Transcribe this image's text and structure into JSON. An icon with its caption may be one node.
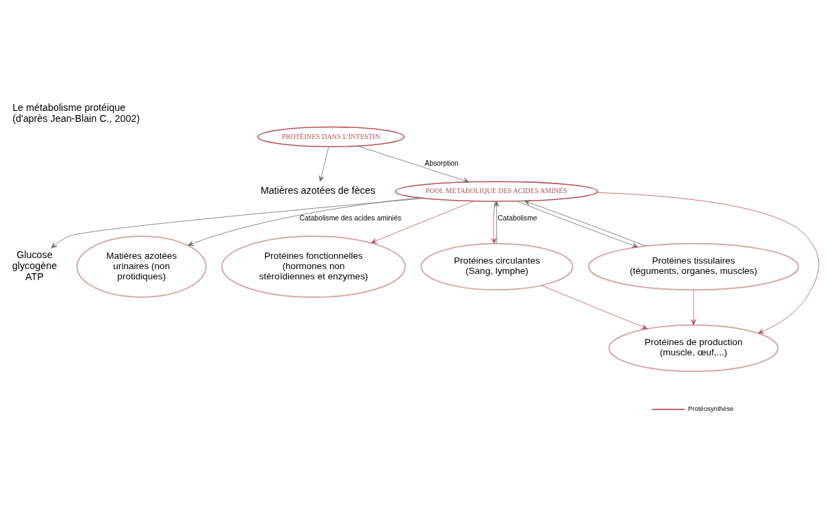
{
  "diagram": {
    "title": "Le métabolisme protéique",
    "caption": "(d'après Jean-Blain C., 2002)",
    "nodes": [
      {
        "text": [
          "PROTÉINES DANS L'INTESTIN"
        ]
      },
      {
        "text": [
          "Matières azotées de fèces"
        ]
      },
      {
        "text": [
          "POOL METABOLIQUE DES ACIDES AMINÉS"
        ]
      },
      {
        "text": [
          "Glucose glycogène ATP"
        ]
      },
      {
        "text": [
          "Matières azotées urinaires (non protidiques)"
        ]
      },
      {
        "text": [
          "Protéines fonctionnelles (hormones non stéroïdiennes et enzymes)"
        ]
      },
      {
        "text": [
          "Protéines circulantes (Sang, lymphe)"
        ]
      },
      {
        "text": [
          "Protéines tissulaires (téguments, organes, muscles)"
        ]
      },
      {
        "text": [
          "Protéines de production (muscle, œuf,...)"
        ]
      }
    ],
    "edges": [
      {
        "from": 0,
        "to": 2,
        "arrow": "to",
        "label": "Absorption"
      },
      {
        "from": 0,
        "to": 1,
        "arrow": "to"
      },
      {
        "from": 2,
        "to": 3,
        "arrow": "to"
      },
      {
        "from": 2,
        "to": 4,
        "arrow": "to",
        "label": "Catabolisme des acides aminiés"
      },
      {
        "from": 2,
        "to": 5,
        "arrow": "to",
        "color": "#b5535a"
      },
      {
        "from": 2,
        "to": 8,
        "arrow": "to",
        "color": "#b5535a"
      },
      {
        "from": 2,
        "to": 6,
        "arrow": "to",
        "color": "#b5535a"
      },
      {
        "from": 6,
        "to": 2,
        "arrow": "to",
        "label": "Catabolisme"
      },
      {
        "from": 7,
        "to": 2,
        "arrow": "to"
      },
      {
        "from": 2,
        "to": 7,
        "arrow": "to"
      },
      {
        "from": 6,
        "to": 8,
        "arrow": "to",
        "color": "#b5535a"
      },
      {
        "from": 7,
        "to": 8,
        "arrow": "to",
        "color": "#b5535a"
      }
    ],
    "legend": [
      {
        "text": "Protéosynthèse"
      }
    ]
  }
}
